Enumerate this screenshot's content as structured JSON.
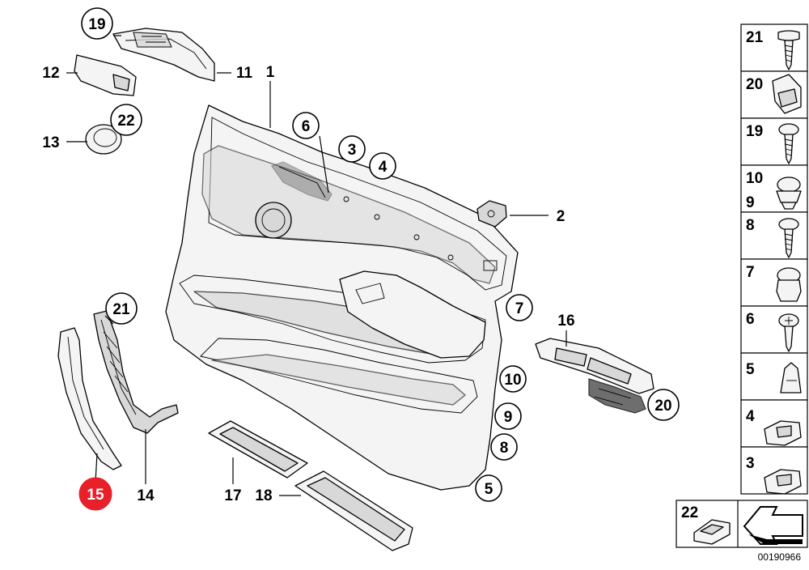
{
  "diagram": {
    "doc_id": "00190966",
    "highlighted_part": "15",
    "highlight_color": "#e8202a",
    "callouts": {
      "c1": "1",
      "c2": "2",
      "c3": "3",
      "c4": "4",
      "c5": "5",
      "c6": "6",
      "c7": "7",
      "c8": "8",
      "c9": "9",
      "c10": "10",
      "c11": "11",
      "c12": "12",
      "c13": "13",
      "c14": "14",
      "c15": "15",
      "c16": "16",
      "c17": "17",
      "c18": "18",
      "c19": "19",
      "c20": "20",
      "c21": "21",
      "c22": "22"
    },
    "fastener_panel": [
      {
        "top": "21",
        "bottom": "",
        "icon": "screw-icon"
      },
      {
        "top": "20",
        "bottom": "",
        "icon": "clip-nut-icon"
      },
      {
        "top": "19",
        "bottom": "",
        "icon": "screw-icon"
      },
      {
        "top": "10",
        "bottom": "9",
        "icon": "expanding-rivet-icon"
      },
      {
        "top": "8",
        "bottom": "",
        "icon": "screw-icon"
      },
      {
        "top": "7",
        "bottom": "",
        "icon": "push-clip-icon"
      },
      {
        "top": "6",
        "bottom": "",
        "icon": "cross-head-screw-icon"
      },
      {
        "top": "5",
        "bottom": "",
        "icon": "retainer-clip-icon"
      },
      {
        "top": "4",
        "bottom": "",
        "icon": "bracket-clip-icon"
      },
      {
        "top": "3",
        "bottom": "",
        "icon": "bracket-clip-icon"
      }
    ],
    "footer_cell": {
      "label": "22",
      "icon": "cap-icon",
      "arrow_icon": "direction-arrow-icon"
    }
  }
}
